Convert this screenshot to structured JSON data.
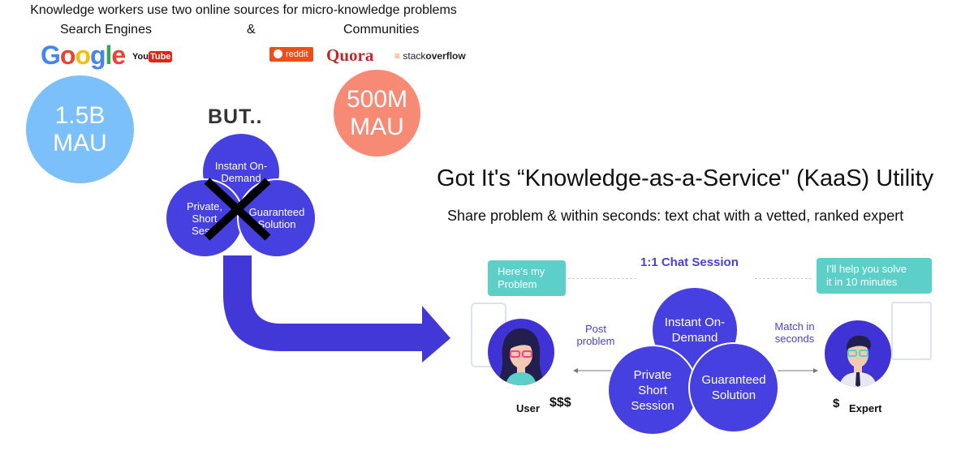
{
  "header": {
    "headline": "Knowledge workers use two online sources for micro-knowledge problems",
    "search_engines_label": "Search Engines",
    "amp": "&",
    "communities_label": "Communities"
  },
  "logos": {
    "google": "Google",
    "youtube": "YouTube",
    "reddit": "reddit",
    "quora": "Quora",
    "stackoverflow_a": "stack",
    "stackoverflow_b": "overflow"
  },
  "stats": {
    "search_mau_line1": "1.5B",
    "search_mau_line2": "MAU",
    "community_mau_line1": "500M",
    "community_mau_line2": "MAU"
  },
  "problem": {
    "but": "BUT..",
    "blob_top": [
      "Instant On-",
      "Demand"
    ],
    "blob_left": [
      "Private,",
      "Short",
      "Sessi"
    ],
    "blob_right": [
      "Guaranteed",
      "Solution"
    ]
  },
  "solution": {
    "title": "Got It's “Knowledge-as-a-Service\" (KaaS) Utility",
    "subtitle": "Share problem & within seconds: text chat with a vetted, ranked expert",
    "chat_session": "1:1 Chat Session",
    "user_bubble": [
      "Here’s my",
      "Problem"
    ],
    "expert_bubble": [
      "I’ll help you solve",
      "it in 10 minutes"
    ],
    "post_problem": [
      "Post",
      "problem"
    ],
    "match_seconds": [
      "Match in",
      "seconds"
    ],
    "user_label": "User",
    "user_price": "$$$",
    "expert_label": "Expert",
    "expert_price": "$",
    "blob_top": [
      "Instant On-",
      "Demand"
    ],
    "blob_left": [
      "Private",
      "Short",
      "Session"
    ],
    "blob_right": [
      "Guaranteed",
      "Solution"
    ]
  },
  "colors": {
    "search_circle": "#7cc0fb",
    "community_circle": "#f78a74",
    "purple": "#4640e0",
    "teal": "#5ccfc8"
  }
}
